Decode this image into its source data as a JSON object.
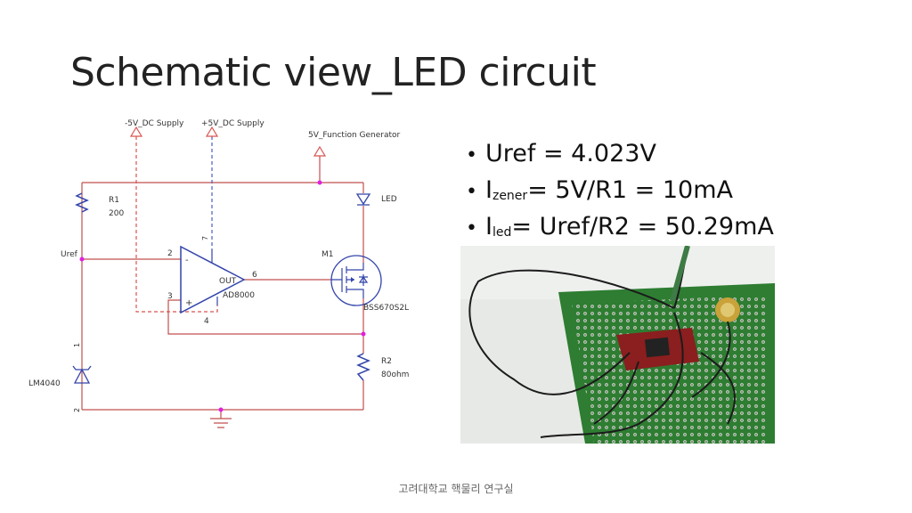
{
  "slide": {
    "title": "Schematic view_LED circuit",
    "footer": "고려대학교 핵물리 연구실"
  },
  "bullets": [
    {
      "main": "Uref  =  4.023V",
      "sub": "",
      "rest": ""
    },
    {
      "main": "I",
      "sub": "zener",
      "rest": "=  5V/R1  =  10mA"
    },
    {
      "main": "I",
      "sub": "led",
      "rest": "=  Uref/R2  =  50.29mA"
    }
  ],
  "schematic": {
    "neg_supply": "-5V_DC Supply",
    "pos_supply": "+5V_DC Supply",
    "function_generator": "5V_Function Generator",
    "r1_name": "R1",
    "r1_value": "200",
    "uref": "Uref",
    "pin2": "2",
    "pin3": "3",
    "pin7": "7",
    "pin4": "4",
    "pin6": "6",
    "pin1": "1",
    "pin2b": "2",
    "minus": "-",
    "plus": "+",
    "opamp_out": "OUT",
    "opamp_name": "AD8000",
    "m1": "M1",
    "mosfet": "BSS670S2L",
    "led": "LED",
    "r2_name": "R2",
    "r2_value": "80ohm",
    "zener": "LM4040",
    "colors": {
      "wire": "#c0504d",
      "dashed_red": "#d9534f",
      "dashed_blue": "#4a5fc1",
      "component": "#3344aa",
      "junction": "#e020e0"
    }
  },
  "photo": {
    "board_color": "#2e7d32",
    "chip_board_color": "#8b1e1e"
  }
}
